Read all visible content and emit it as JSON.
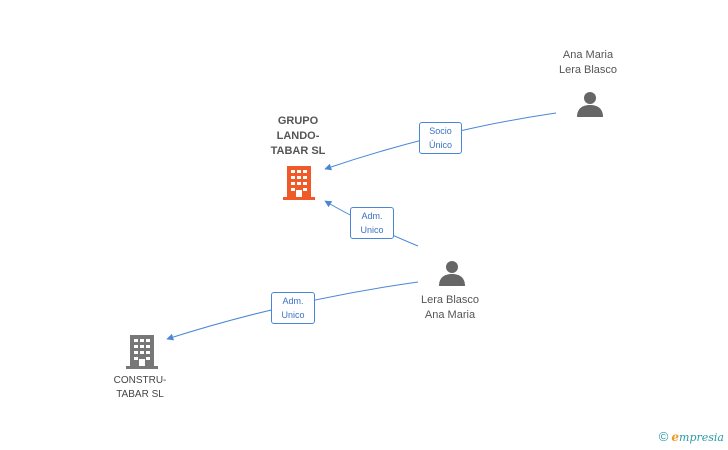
{
  "nodes": {
    "ana_top": {
      "lines": [
        "Ana Maria",
        "Lera Blasco"
      ]
    },
    "grupo": {
      "lines": [
        "GRUPO",
        "LANDO-",
        "TABAR SL"
      ]
    },
    "lera_mid": {
      "lines": [
        "Lera Blasco",
        "Ana Maria"
      ]
    },
    "constru": {
      "lines": [
        "CONSTRU-",
        "TABAR SL"
      ]
    }
  },
  "edges": {
    "socio_unico": {
      "lines": [
        "Socio",
        "Único"
      ]
    },
    "adm_unico_1": {
      "lines": [
        "Adm.",
        "Unico"
      ]
    },
    "adm_unico_2": {
      "lines": [
        "Adm.",
        "Unico"
      ]
    }
  },
  "colors": {
    "edge": "#4a86d8",
    "company_main": "#f05a28",
    "company_other": "#777777",
    "person": "#666666"
  },
  "brand": {
    "copyright": "©",
    "initial": "e",
    "rest": "mpresia"
  }
}
